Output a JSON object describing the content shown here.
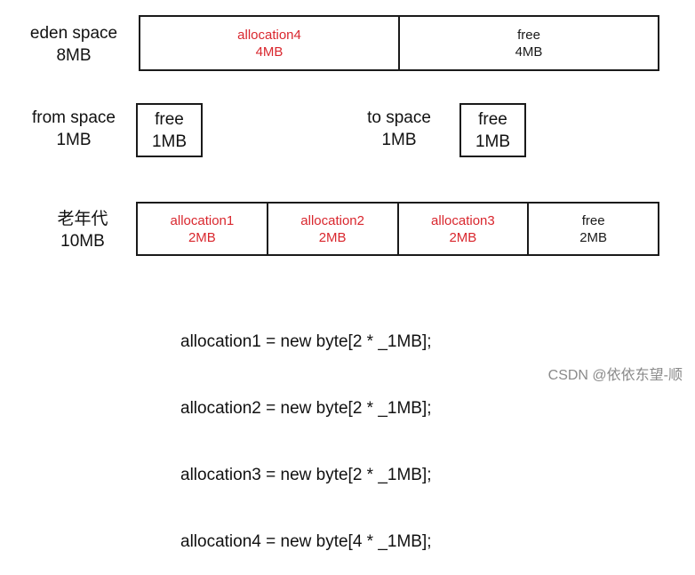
{
  "eden": {
    "label": "eden space",
    "size": "8MB",
    "cells": [
      {
        "name": "allocation4",
        "size": "4MB",
        "color": "#d9272e"
      },
      {
        "name": "free",
        "size": "4MB",
        "color": "#1a1a1a"
      }
    ]
  },
  "from_space": {
    "label": "from space",
    "size": "1MB",
    "cell": {
      "name": "free",
      "size": "1MB"
    }
  },
  "to_space": {
    "label": "to space",
    "size": "1MB",
    "cell": {
      "name": "free",
      "size": "1MB"
    }
  },
  "old_gen": {
    "label": "老年代",
    "size": "10MB",
    "cells": [
      {
        "name": "allocation1",
        "size": "2MB",
        "color": "#d9272e"
      },
      {
        "name": "allocation2",
        "size": "2MB",
        "color": "#d9272e"
      },
      {
        "name": "allocation3",
        "size": "2MB",
        "color": "#d9272e"
      },
      {
        "name": "free",
        "size": "2MB",
        "color": "#1a1a1a"
      }
    ]
  },
  "code_lines": [
    "allocation1 = new byte[2 * _1MB];",
    "allocation2 = new byte[2 * _1MB];",
    "allocation3 = new byte[2 * _1MB];",
    "allocation4 = new byte[4 * _1MB];"
  ],
  "watermark": "CSDN @依依东望-顺"
}
